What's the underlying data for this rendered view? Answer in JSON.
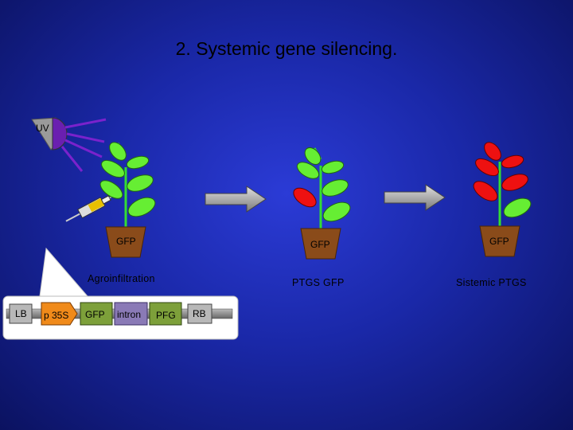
{
  "title": "2. Systemic gene silencing.",
  "uv_label": "UV",
  "pot_label": "GFP",
  "captions": {
    "agro": "Agroinfiltration",
    "ptgs": "PTGS GFP",
    "systemic": "Sistemic PTGS"
  },
  "construct": [
    "LB",
    "p 35S",
    "GFP",
    "intron",
    "PFG",
    "RB"
  ],
  "colors": {
    "leaf_green": "#66ee33",
    "leaf_red": "#ee1111",
    "stem": "#33dd33",
    "pot": "#8a4b1a",
    "uv_ray": "#7a22cc"
  }
}
